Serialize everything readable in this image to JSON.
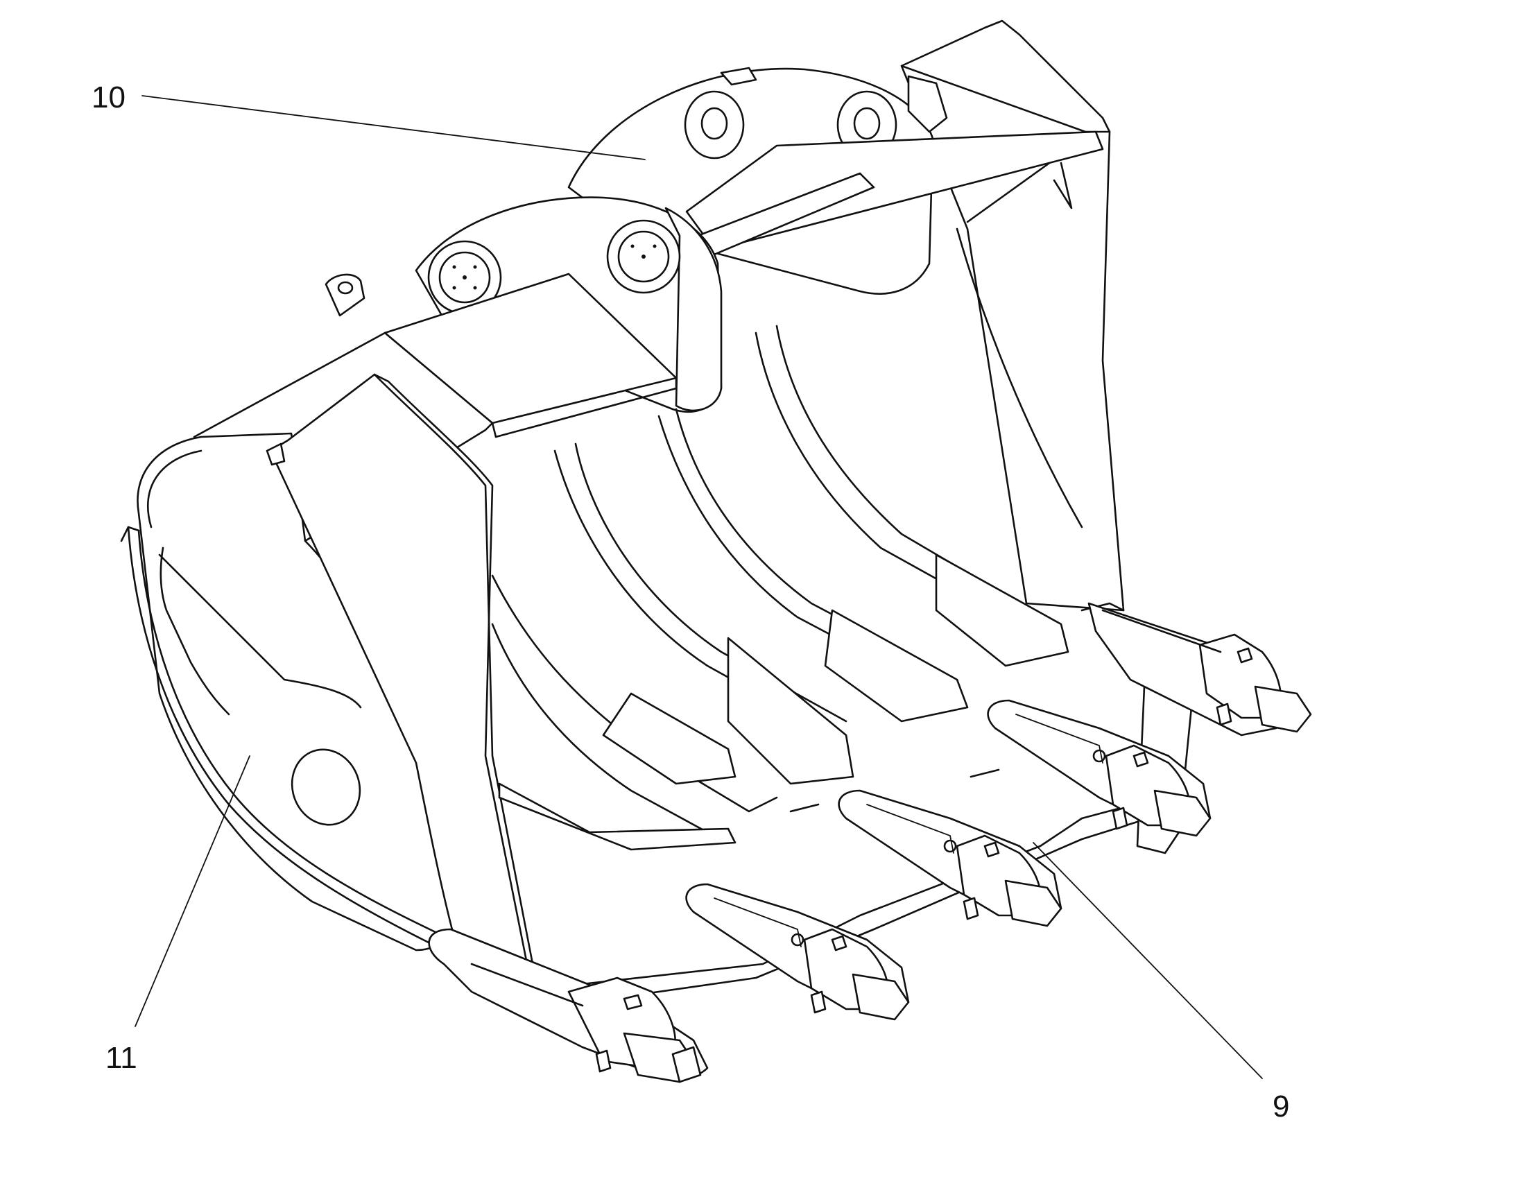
{
  "callouts": [
    {
      "id": "callout-10",
      "label": "10"
    },
    {
      "id": "callout-11",
      "label": "11"
    },
    {
      "id": "callout-9",
      "label": "9"
    }
  ],
  "colors": {
    "line": "#111111",
    "background": "#ffffff"
  },
  "parts": {
    "bucket": "bucket-icon",
    "teeth": [
      "tooth-icon",
      "tooth-icon",
      "tooth-icon",
      "tooth-icon",
      "tooth-icon"
    ]
  }
}
